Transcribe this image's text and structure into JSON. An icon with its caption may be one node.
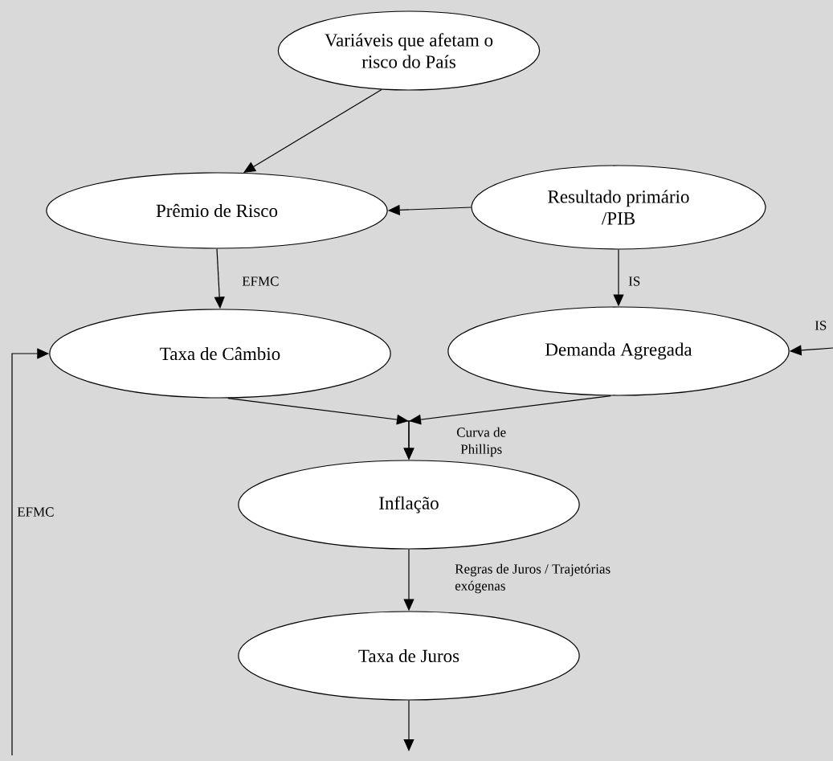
{
  "diagram": {
    "nodes": [
      {
        "text": [
          "Variáveis que afetam o risco do País"
        ]
      },
      {
        "text": [
          "Prêmio de Risco"
        ]
      },
      {
        "text": [
          "Resultado primário /PIB"
        ]
      },
      {
        "text": [
          "Taxa de Câmbio"
        ]
      },
      {
        "text": [
          "Demanda Agregada"
        ]
      },
      {
        "text": [
          "Inflação"
        ]
      },
      {
        "text": [
          "Taxa de Juros"
        ]
      }
    ],
    "edges": [
      {
        "from": 0,
        "to": 1,
        "arrow": "to"
      },
      {
        "from": 2,
        "to": 1,
        "arrow": "to"
      },
      {
        "from": 1,
        "to": 3,
        "arrow": "to",
        "label": "EFMC"
      },
      {
        "from": 2,
        "to": 4,
        "arrow": "to",
        "label": "IS"
      },
      {
        "from": null,
        "to": 4,
        "arrow": "to",
        "label": "IS"
      },
      {
        "from": 3,
        "to": 5,
        "arrow": "to"
      },
      {
        "from": 4,
        "to": 5,
        "arrow": "to",
        "label": "Curva de Phillips"
      },
      {
        "from": 5,
        "to": 6,
        "arrow": "to",
        "label": "Regras de Juros / Trajetórias exógenas"
      },
      {
        "from": 6,
        "to": null,
        "arrow": "to"
      },
      {
        "from": null,
        "to": 3,
        "arrow": "to",
        "label": "EFMC"
      }
    ]
  }
}
